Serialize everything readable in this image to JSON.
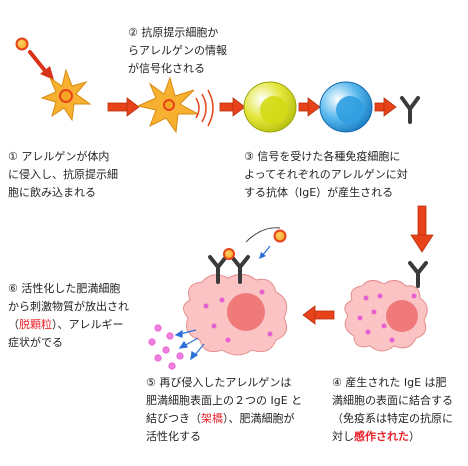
{
  "colors": {
    "arrow": "#e8421a",
    "allergen_fill": "#f5a623",
    "allergen_stroke": "#e8421a",
    "apc_fill": "#f7a723",
    "cell_yellow": "#d8dd1e",
    "cell_blue": "#2f9fe0",
    "antibody": "#3a3a3a",
    "mast_fill": "#fbc3c3",
    "mast_nucleus": "#f07a7a",
    "granule": "#e85fcf",
    "highlight_red": "#e8232b"
  },
  "steps": {
    "step1": "① アレルゲンが体内\nに侵入し、抗原提示細\n胞に飲み込まれる",
    "step2": "② 抗原提示細胞か\nらアレルゲンの情報\nが信号化される",
    "step3": "③ 信号を受けた各種免疫細胞に\nよってそれぞれのアレルゲンに対\nする抗体（IgE）が産生される",
    "step4_a": "④ 産生された IgE は肥\n満細胞の表面に結合する\n（免疫系は特定の抗原に\n対し",
    "step4_hl": "感作された",
    "step4_b": "）",
    "step5_a": "⑤ 再び侵入したアレルゲンは\n肥満細胞表面上の２つの IgE と\n結びつき（",
    "step5_hl": "架橋",
    "step5_b": "）、肥満細胞が\n活性化する",
    "step6_a": "⑥ 活性化した肥満細胞\nから刺激物質が放出され\n（",
    "step6_hl": "脱顆粒",
    "step6_b": "）、アレルギー\n症状がでる"
  }
}
